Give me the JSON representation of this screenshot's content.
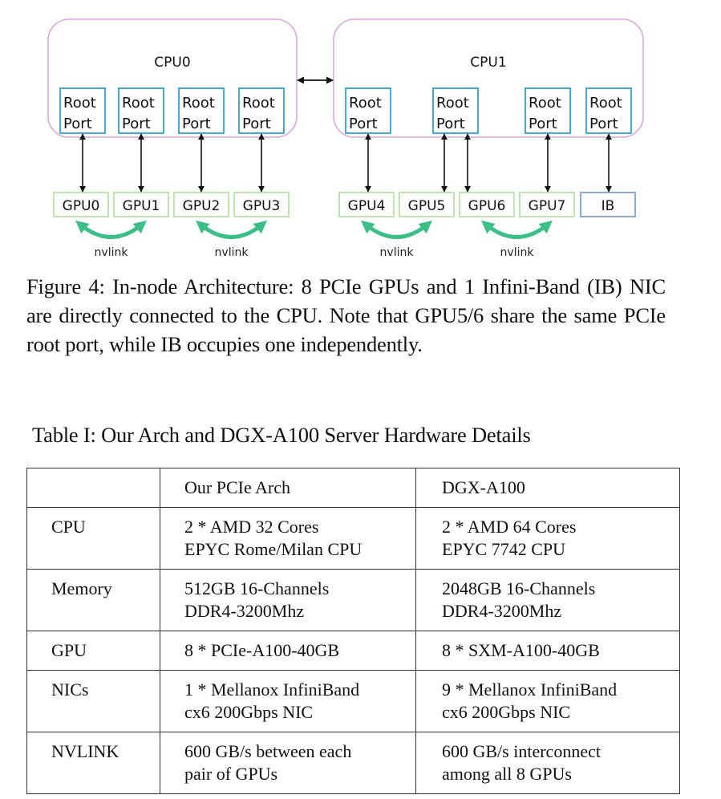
{
  "diagram": {
    "cpus": [
      {
        "label": "CPU0",
        "root_ports": [
          "Root Port",
          "Root Port",
          "Root Port",
          "Root Port"
        ]
      },
      {
        "label": "CPU1",
        "root_ports": [
          "Root Port",
          "Root Port",
          "Root Port",
          "Root Port"
        ]
      }
    ],
    "devices": [
      {
        "label": "GPU0",
        "type": "gpu"
      },
      {
        "label": "GPU1",
        "type": "gpu"
      },
      {
        "label": "GPU2",
        "type": "gpu"
      },
      {
        "label": "GPU3",
        "type": "gpu"
      },
      {
        "label": "GPU4",
        "type": "gpu"
      },
      {
        "label": "GPU5",
        "type": "gpu"
      },
      {
        "label": "GPU6",
        "type": "gpu"
      },
      {
        "label": "GPU7",
        "type": "gpu"
      },
      {
        "label": "IB",
        "type": "nic"
      }
    ],
    "connections": [
      {
        "device": "GPU0",
        "cpu": 0,
        "root_port": 0
      },
      {
        "device": "GPU1",
        "cpu": 0,
        "root_port": 1
      },
      {
        "device": "GPU2",
        "cpu": 0,
        "root_port": 2
      },
      {
        "device": "GPU3",
        "cpu": 0,
        "root_port": 3
      },
      {
        "device": "GPU4",
        "cpu": 1,
        "root_port": 0
      },
      {
        "device": "GPU5",
        "cpu": 1,
        "root_port": 1
      },
      {
        "device": "GPU6",
        "cpu": 1,
        "root_port": 1
      },
      {
        "device": "GPU7",
        "cpu": 1,
        "root_port": 2
      },
      {
        "device": "IB",
        "cpu": 1,
        "root_port": 3
      }
    ],
    "nvlinks": [
      {
        "pair": [
          "GPU0",
          "GPU1"
        ],
        "label": "nvlink"
      },
      {
        "pair": [
          "GPU2",
          "GPU3"
        ],
        "label": "nvlink"
      },
      {
        "pair": [
          "GPU4",
          "GPU5"
        ],
        "label": "nvlink"
      },
      {
        "pair": [
          "GPU6",
          "GPU7"
        ],
        "label": "nvlink"
      }
    ],
    "colors": {
      "cpu_border": "#d9a6df",
      "root_port_border": "#2fa0d2",
      "gpu_border": "#bfe3b3",
      "ib_border": "#8fa8e0",
      "nvlink": "#3cbf86",
      "arrow": "#111111"
    }
  },
  "caption": "Figure 4: In-node Architecture: 8 PCIe GPUs and 1 Infini-Band (IB) NIC are directly connected to the CPU. Note that GPU5/6 share the same PCIe root port, while IB occupies one independently.",
  "table": {
    "title": "Table I: Our Arch and DGX-A100 Server Hardware Details",
    "header": [
      "",
      "Our PCIe Arch",
      "DGX-A100"
    ],
    "rows": [
      {
        "label": "CPU",
        "ours": [
          "2 * AMD 32 Cores",
          "EPYC Rome/Milan CPU"
        ],
        "dgx": [
          "2 * AMD 64 Cores",
          "EPYC 7742 CPU"
        ]
      },
      {
        "label": "Memory",
        "ours": [
          "512GB 16-Channels",
          "DDR4-3200Mhz"
        ],
        "dgx": [
          "2048GB 16-Channels",
          "DDR4-3200Mhz"
        ]
      },
      {
        "label": "GPU",
        "ours": [
          "8 * PCIe-A100-40GB"
        ],
        "dgx": [
          "8 * SXM-A100-40GB"
        ]
      },
      {
        "label": "NICs",
        "ours": [
          "1 * Mellanox InfiniBand",
          "cx6 200Gbps NIC"
        ],
        "dgx": [
          "9 * Mellanox InfiniBand",
          "cx6 200Gbps NIC"
        ]
      },
      {
        "label": "NVLINK",
        "ours": [
          "600 GB/s between each",
          "pair of GPUs"
        ],
        "dgx": [
          "600 GB/s interconnect",
          "among all 8 GPUs"
        ]
      }
    ]
  }
}
